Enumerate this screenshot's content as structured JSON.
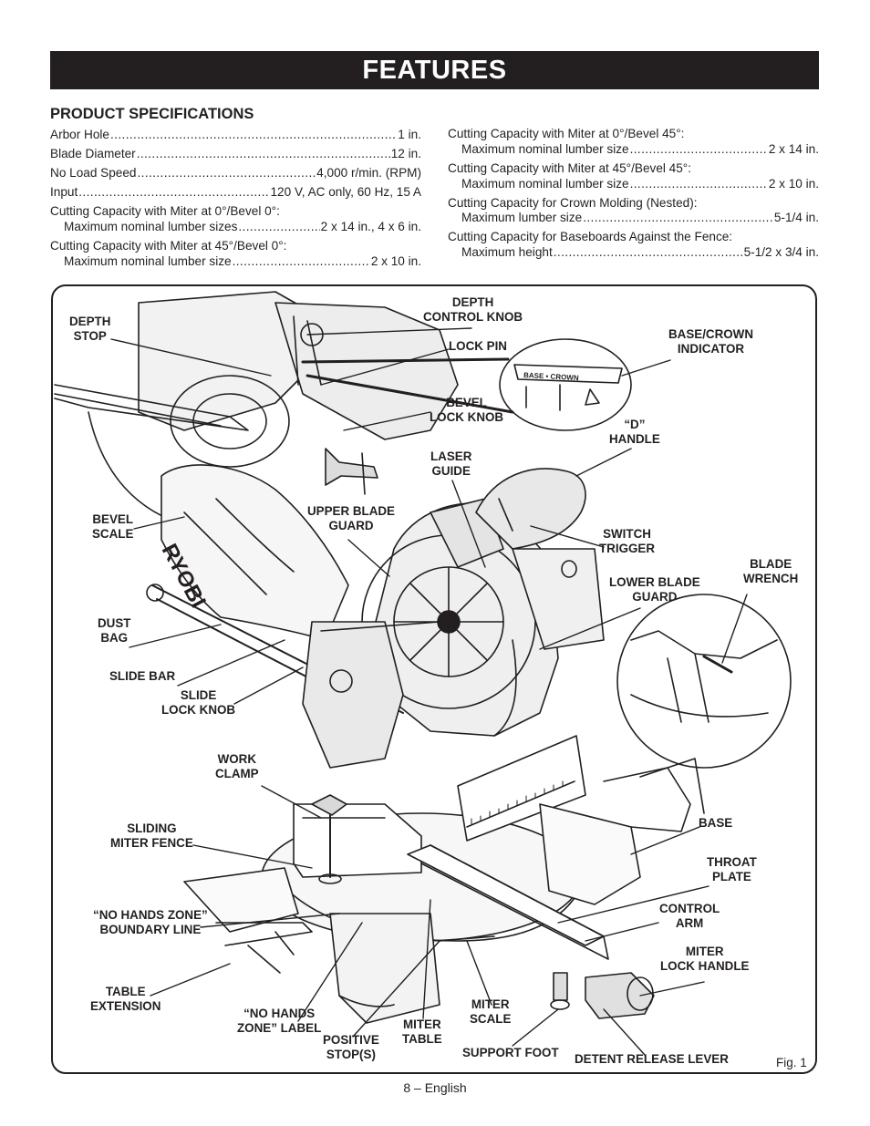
{
  "banner": {
    "title": "FEATURES"
  },
  "specs": {
    "heading": "PRODUCT SPECIFICATIONS",
    "left": [
      {
        "label": "Arbor Hole",
        "value": "1 in."
      },
      {
        "label": "Blade Diameter",
        "value": "12 in."
      },
      {
        "label": "No Load Speed",
        "value": "4,000 r/min. (RPM)"
      },
      {
        "label": "Input",
        "value": "120 V, AC only, 60 Hz, 15 A"
      },
      {
        "heading": "Cutting Capacity with Miter at 0°/Bevel 0°:",
        "label": "Maximum nominal lumber sizes",
        "value": "2 x 14 in., 4 x 6 in."
      },
      {
        "heading": "Cutting Capacity with Miter at 45°/Bevel 0°:",
        "label": "Maximum nominal lumber size",
        "value": "2 x 10 in."
      }
    ],
    "right": [
      {
        "heading": "Cutting Capacity with Miter at 0°/Bevel 45°:",
        "label": "Maximum nominal lumber size",
        "value": "2 x 14 in."
      },
      {
        "heading": "Cutting Capacity with Miter at 45°/Bevel 45°:",
        "label": "Maximum nominal lumber size",
        "value": "2 x 10 in."
      },
      {
        "heading": "Cutting Capacity for Crown Molding (Nested):",
        "label": "Maximum lumber size",
        "value": "5-1/4 in."
      },
      {
        "heading": "Cutting Capacity for Baseboards Against the Fence:",
        "label": "Maximum height",
        "value": "5-1/2 x 3/4 in."
      }
    ]
  },
  "figure": {
    "labels": {
      "depth_stop": "DEPTH\nSTOP",
      "depth_control_knob": "DEPTH\nCONTROL KNOB",
      "lock_pin": "LOCK PIN",
      "base_crown_indicator": "BASE/CROWN\nINDICATOR",
      "bevel_lock_knob": "BEVEL\nLOCK KNOB",
      "d_handle": "“D”\nHANDLE",
      "laser_guide": "LASER\nGUIDE",
      "bevel_scale": "BEVEL\nSCALE",
      "upper_blade_guard": "UPPER BLADE\nGUARD",
      "switch_trigger": "SWITCH\nTRIGGER",
      "blade_wrench": "BLADE\nWRENCH",
      "lower_blade_guard": "LOWER BLADE\nGUARD",
      "dust_bag": "DUST\nBAG",
      "slide_bar": "SLIDE BAR",
      "slide_lock_knob": "SLIDE\nLOCK KNOB",
      "work_clamp": "WORK\nCLAMP",
      "sliding_miter_fence": "SLIDING\nMITER FENCE",
      "base": "BASE",
      "throat_plate": "THROAT\nPLATE",
      "no_hands_zone_boundary": "“NO HANDS ZONE”\nBOUNDARY LINE",
      "control_arm": "CONTROL\nARM",
      "miter_lock_handle": "MITER\nLOCK HANDLE",
      "table_extension": "TABLE\nEXTENSION",
      "no_hands_zone_label": "“NO HANDS\nZONE” LABEL",
      "positive_stops": "POSITIVE\nSTOP(S)",
      "miter_table": "MITER\nTABLE",
      "miter_scale": "MITER\nSCALE",
      "support_foot": "SUPPORT FOOT",
      "detent_release_lever": "DETENT RELEASE LEVER"
    },
    "markings": {
      "brand": "RYOBI",
      "indicator_text": "BASE • CROWN"
    },
    "caption": "Fig. 1"
  },
  "footer": {
    "page": "8 – English"
  }
}
